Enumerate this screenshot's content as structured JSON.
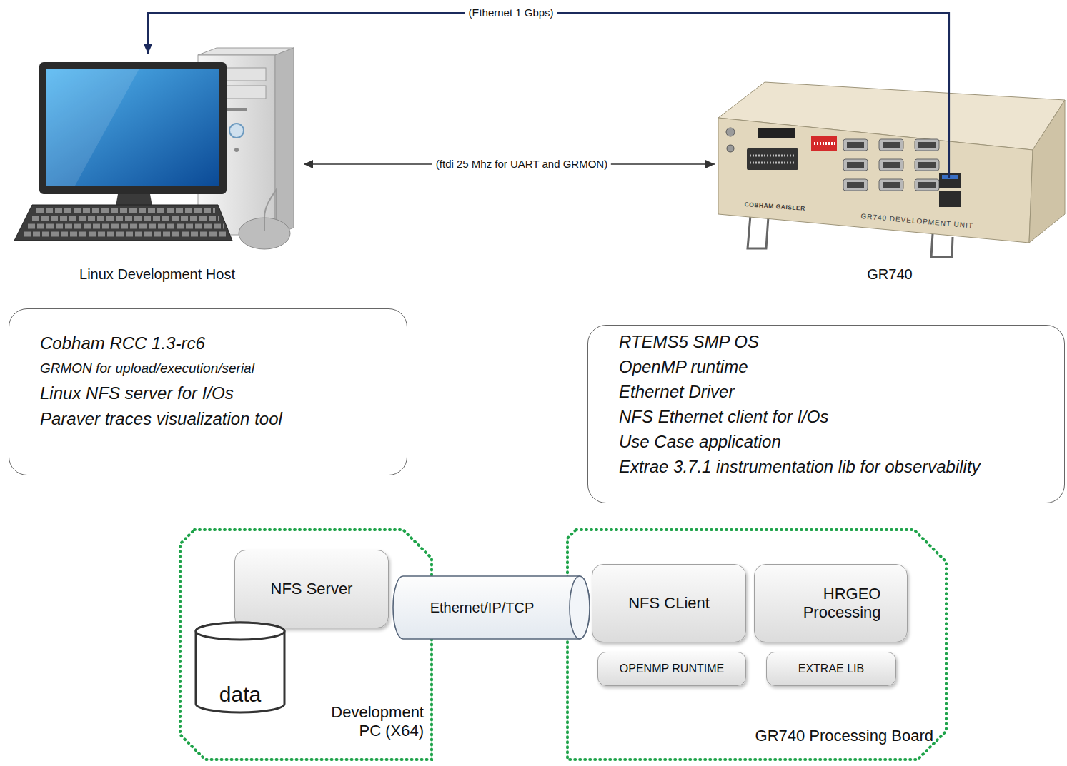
{
  "diagram": {
    "nodes": [
      {
        "text": [
          "Linux Development Host"
        ]
      },
      {
        "text": [
          "GR740"
        ]
      },
      {
        "text": [
          "Cobham RCC 1.3-rc6",
          "GRMON for upload/execution/serial",
          "Linux NFS server for I/Os",
          "Paraver traces visualization tool"
        ]
      },
      {
        "text": [
          "RTEMS5 SMP OS",
          "OpenMP runtime",
          "Ethernet Driver",
          "NFS Ethernet client for I/Os",
          "Use Case application",
          "Extrae 3.7.1 instrumentation lib for observability"
        ]
      },
      {
        "text": [
          "Development PC (X64)"
        ]
      },
      {
        "text": [
          "NFS Server"
        ],
        "in": 4
      },
      {
        "text": [
          "data"
        ],
        "in": 4
      },
      {
        "text": [
          "Ethernet/IP/TCP"
        ]
      },
      {
        "text": [
          "GR740 Processing Board"
        ]
      },
      {
        "text": [
          "NFS CLient"
        ],
        "in": 8
      },
      {
        "text": [
          "HRGEO Processing"
        ],
        "in": 8
      },
      {
        "text": [
          "OPENMP RUNTIME"
        ],
        "in": 8
      },
      {
        "text": [
          "EXTRAE LIB"
        ],
        "in": 8
      }
    ],
    "edges": [
      {
        "from": 1,
        "to": 0,
        "arrow": "to",
        "label": "(Ethernet 1 Gbps)"
      },
      {
        "from": 1,
        "to": 0,
        "arrow": "both",
        "label": "(ftdi 25 Mhz for UART and GRMON)"
      }
    ],
    "labels": [
      "COBHAM GAISLER",
      "GR740 DEVELOPMENT UNIT"
    ]
  }
}
